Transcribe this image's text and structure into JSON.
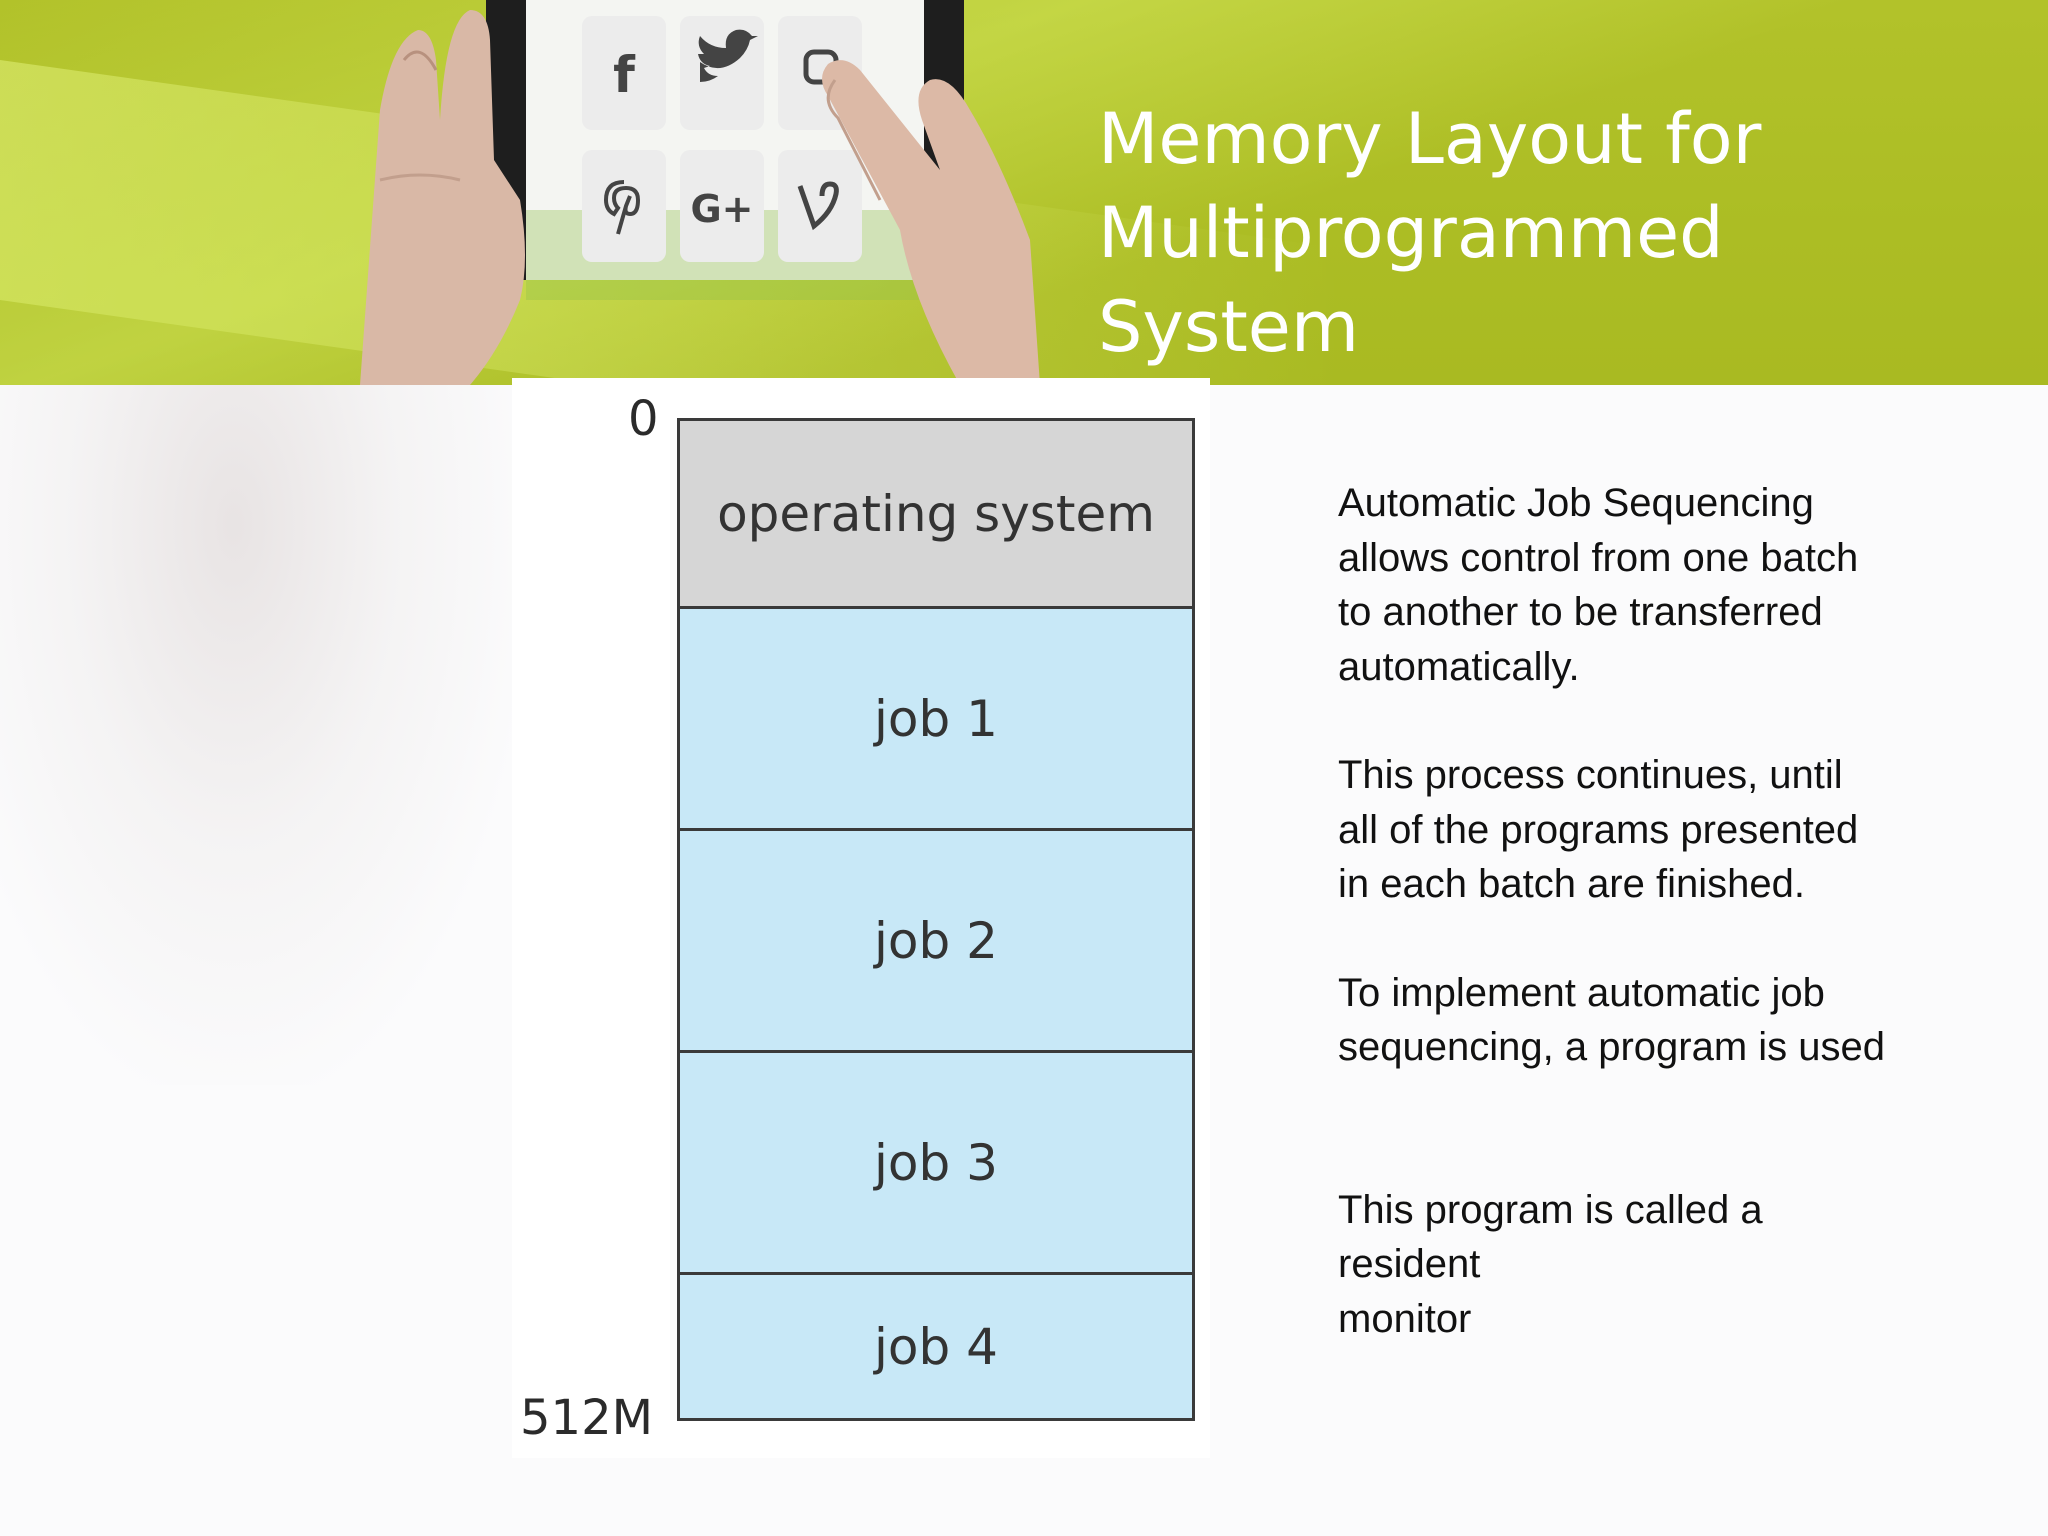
{
  "slide": {
    "title": "Memory Layout for\nMultiprogrammed System",
    "hero_icons": [
      "facebook-icon",
      "twitter-icon",
      "instagram-icon",
      "pinterest-icon",
      "google-plus-icon",
      "vine-icon"
    ],
    "hero_icon_glyphs": {
      "facebook": "f",
      "google_plus": "G+"
    }
  },
  "diagram": {
    "addresses": {
      "start": "0",
      "end": "512M"
    },
    "segments": [
      {
        "label": "operating system",
        "color": "#d6d6d6"
      },
      {
        "label": "job 1",
        "color": "#c8e8f7"
      },
      {
        "label": "job 2",
        "color": "#c8e8f7"
      },
      {
        "label": "job 3",
        "color": "#c8e8f7"
      },
      {
        "label": "job 4",
        "color": "#c8e8f7"
      }
    ]
  },
  "body": {
    "paragraphs": [
      "Automatic Job Sequencing\nallows control from one batch\nto another to be transferred\nautomatically.",
      "This process continues, until\nall of the programs presented\nin each batch are finished.",
      "To implement automatic job\nsequencing, a program is used",
      "This program is called a\nresident\nmonitor"
    ]
  },
  "colors": {
    "header": "#b2c22a",
    "title_text": "#ffffff",
    "os_fill": "#d6d6d6",
    "job_fill": "#c8e8f7"
  }
}
